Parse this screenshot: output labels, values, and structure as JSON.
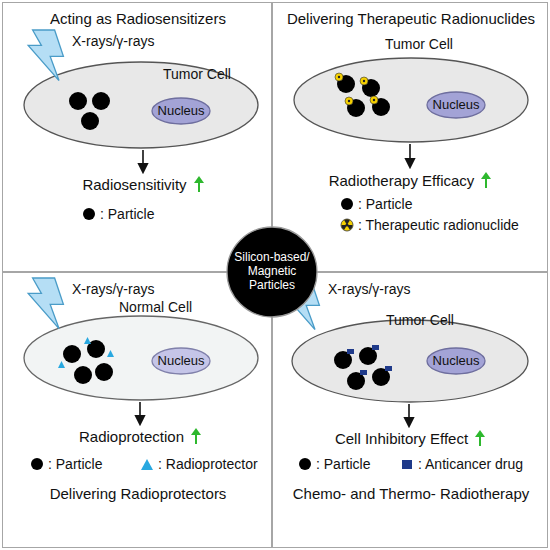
{
  "diagram": {
    "nodes": [
      {
        "text": [
          "Acting as Radiosensitizers"
        ]
      },
      {
        "text": [
          "Tumor Cell"
        ],
        "in": 0
      },
      {
        "text": [
          "Nucleus"
        ],
        "in": 1
      },
      {
        "text": [
          "Delivering Therapeutic Radionuclides"
        ]
      },
      {
        "text": [
          "Tumor Cell"
        ],
        "in": 3
      },
      {
        "text": [
          "Nucleus"
        ],
        "in": 4
      },
      {
        "text": [
          "Silicon-based/ Magnetic Particles"
        ]
      },
      {
        "text": [
          "Delivering Radioprotectors"
        ]
      },
      {
        "text": [
          "Normal Cell"
        ],
        "in": 7
      },
      {
        "text": [
          "Nucleus"
        ],
        "in": 8
      },
      {
        "text": [
          "Chemo- and Thermo- Radiotherapy"
        ]
      },
      {
        "text": [
          "Tumor Cell"
        ],
        "in": 10
      },
      {
        "text": [
          "Nucleus"
        ],
        "in": 11
      }
    ],
    "labels": [
      "X-rays/γ-rays",
      "Radiosensitivity",
      "Radiotherapy Efficacy",
      "X-rays/γ-rays",
      "Radioprotection",
      "X-rays/γ-rays",
      "Cell Inhibitory Effect"
    ],
    "legend": [
      {
        "text": ": Particle"
      },
      {
        "text": ": Particle"
      },
      {
        "text": ": Therapeutic radionuclide"
      },
      {
        "text": ": Particle"
      },
      {
        "text": ": Radioprotector"
      },
      {
        "text": ": Particle"
      },
      {
        "text": ": Anticancer drug"
      }
    ]
  }
}
